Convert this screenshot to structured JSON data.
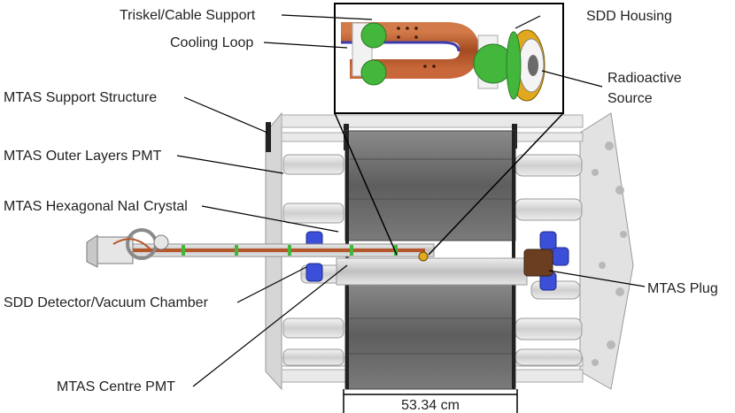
{
  "labels": {
    "triskel": "Triskel/Cable Support",
    "cooling_loop": "Cooling Loop",
    "sdd_housing": "SDD Housing",
    "radioactive_line1": "Radioactive",
    "radioactive_line2": "Source",
    "support_structure": "MTAS Support Structure",
    "outer_pmt": "MTAS Outer Layers PMT",
    "hex_crystal": "MTAS Hexagonal NaI Crystal",
    "sdd_chamber": "SDD Detector/Vacuum Chamber",
    "centre_pmt": "MTAS Centre PMT",
    "plug": "MTAS Plug"
  },
  "dimension": {
    "value": "53.34 cm"
  },
  "colors": {
    "frame": "#dcdcdc",
    "crystal": "#6a6a6a",
    "copper": "#b5562a",
    "green": "#43b63c",
    "gold": "#e0a81e",
    "pmt_blue": "#3b4fd8",
    "plug_brown": "#6b3e22"
  }
}
